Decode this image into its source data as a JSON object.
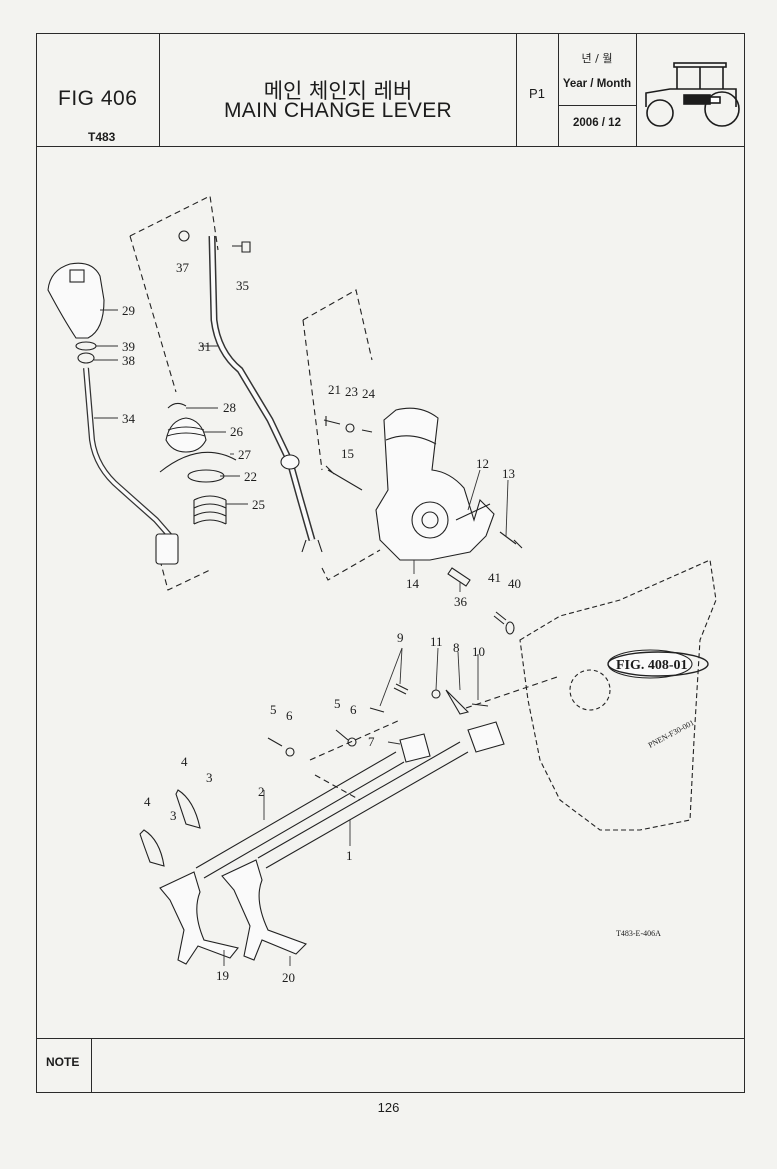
{
  "header": {
    "fig_code": "FIG 406",
    "model": "T483",
    "title_korean": "메인 체인지 레버",
    "title_english": "MAIN CHANGE LEVER",
    "page_label": "P1",
    "year_month_korean": "년 / 월",
    "year_month_label": "Year / Month",
    "year_month_value": "2006 / 12",
    "thumbnail_icon": "tractor-icon"
  },
  "diagram": {
    "callouts": [
      "37",
      "35",
      "29",
      "39",
      "38",
      "31",
      "34",
      "28",
      "26",
      "27",
      "22",
      "25",
      "21",
      "23",
      "24",
      "15",
      "12",
      "13",
      "14",
      "36",
      "41",
      "40",
      "9",
      "11",
      "8",
      "10",
      "5",
      "6",
      "5",
      "6",
      "7",
      "4",
      "3",
      "4",
      "3",
      "2",
      "1",
      "19",
      "20"
    ],
    "figure_reference": "FIG. 408-01",
    "drawing_code": "T483-E-406A",
    "housing_stamp": "PNEN-F30-001"
  },
  "note": {
    "label": "NOTE"
  },
  "footer": {
    "page_number": "126"
  }
}
